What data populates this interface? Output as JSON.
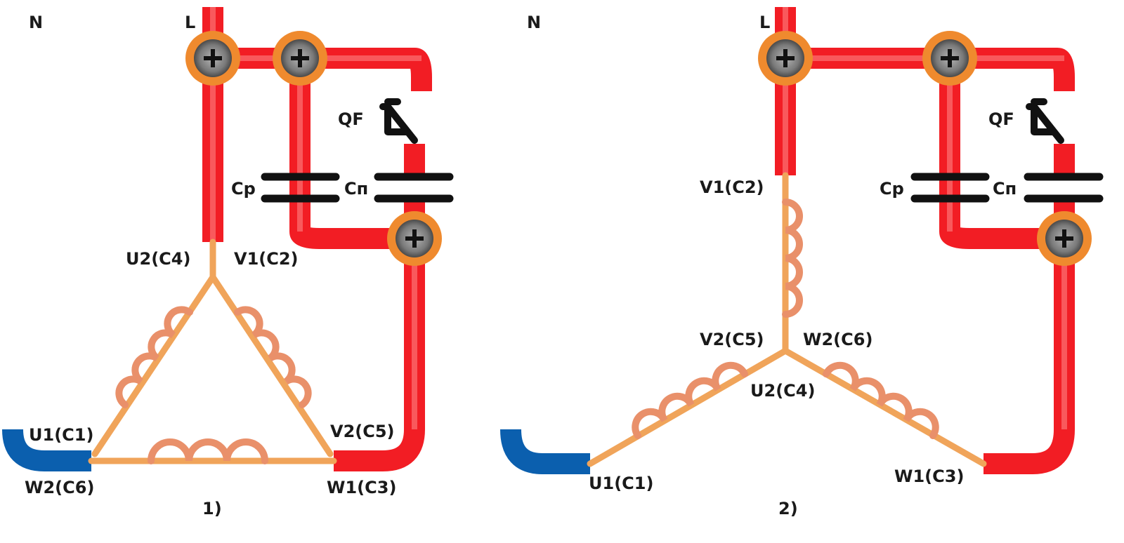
{
  "colors": {
    "neutral_wire": "#0b5fae",
    "live_wire": "#f21d24",
    "winding_wire": "#f0a45a",
    "coil": "#e9906a",
    "terminal_ring": "#ef8a2e",
    "terminal_center": "#8a8a8a",
    "capacitor_plate": "#111111"
  },
  "diagram1": {
    "caption": "1)",
    "n_label": "N",
    "l_label": "L",
    "qf_label": "QF",
    "cp_label": "Cp",
    "cn_label": "Cп",
    "u2c4": "U2(C4)",
    "v1c2": "V1(C2)",
    "u1c1": "U1(C1)",
    "w2c6": "W2(C6)",
    "v2c5": "V2(C5)",
    "w1c3": "W1(C3)"
  },
  "diagram2": {
    "caption": "2)",
    "n_label": "N",
    "l_label": "L",
    "qf_label": "QF",
    "cp_label": "Cp",
    "cn_label": "Cп",
    "v1c2": "V1(C2)",
    "v2c5": "V2(C5)",
    "w2c6": "W2(C6)",
    "u2c4": "U2(C4)",
    "u1c1": "U1(C1)",
    "w1c3": "W1(C3)"
  },
  "icons": {
    "terminal": "screw-terminal-icon",
    "switch": "circuit-breaker-icon",
    "capacitor": "capacitor-icon",
    "coil": "motor-winding-icon"
  }
}
